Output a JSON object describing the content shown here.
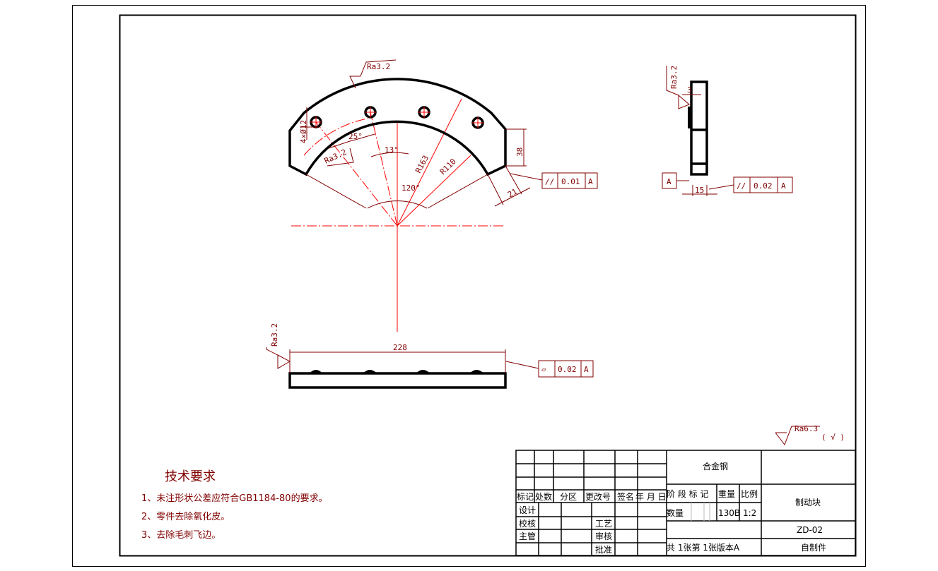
{
  "colors": {
    "dimension": "#800000",
    "centerline": "#ff0000",
    "outline": "#000000"
  },
  "front_view": {
    "roughness_top": "Ra3.2",
    "roughness_inner": "Ra3.2",
    "holes": "4×Ø12",
    "angle_hole": "25°",
    "angle_pitch": "13°",
    "angle_total": "120°",
    "radius_outer": "R163",
    "radius_inner": "R110",
    "height_38": "38",
    "width_21": "21",
    "tolerance": {
      "symbol": "//",
      "value": "0.01",
      "datum": "A"
    }
  },
  "side_view": {
    "roughness": "Ra3.2",
    "dim_3": "3",
    "dim_15": "15",
    "datum": "A",
    "tolerance": {
      "symbol": "//",
      "value": "0.02",
      "datum": "A"
    }
  },
  "bottom_view": {
    "roughness": "Ra3.2",
    "length": "228",
    "tolerance": {
      "symbol": "▱",
      "value": "0.02",
      "datum": "A"
    }
  },
  "general_roughness": {
    "value": "Ra6.3",
    "suffix": "( √ )"
  },
  "tech_requirements": {
    "title": "技术要求",
    "items": [
      "1、未注形状公差应符合GB1184-80的要求。",
      "2、零件去除氧化皮。",
      "3、去除毛刺飞边。"
    ]
  },
  "title_block": {
    "headers": [
      "标记",
      "处数",
      "分区",
      "更改号",
      "签名",
      "年 月 日"
    ],
    "roles": [
      "设计",
      "校核",
      "主管"
    ],
    "craft": "工艺",
    "review": "审核",
    "approve": "批准",
    "material": "合金钢",
    "stage_label": "阶 段 标 记",
    "weight_label": "重量",
    "scale_label": "比例",
    "quantity_label": "数量",
    "weight": "130B",
    "scale": "1:2",
    "part_name": "制动块",
    "drawing_no": "ZD-02",
    "sheets": "共 1张第 1张版本A",
    "source": "自制件"
  }
}
